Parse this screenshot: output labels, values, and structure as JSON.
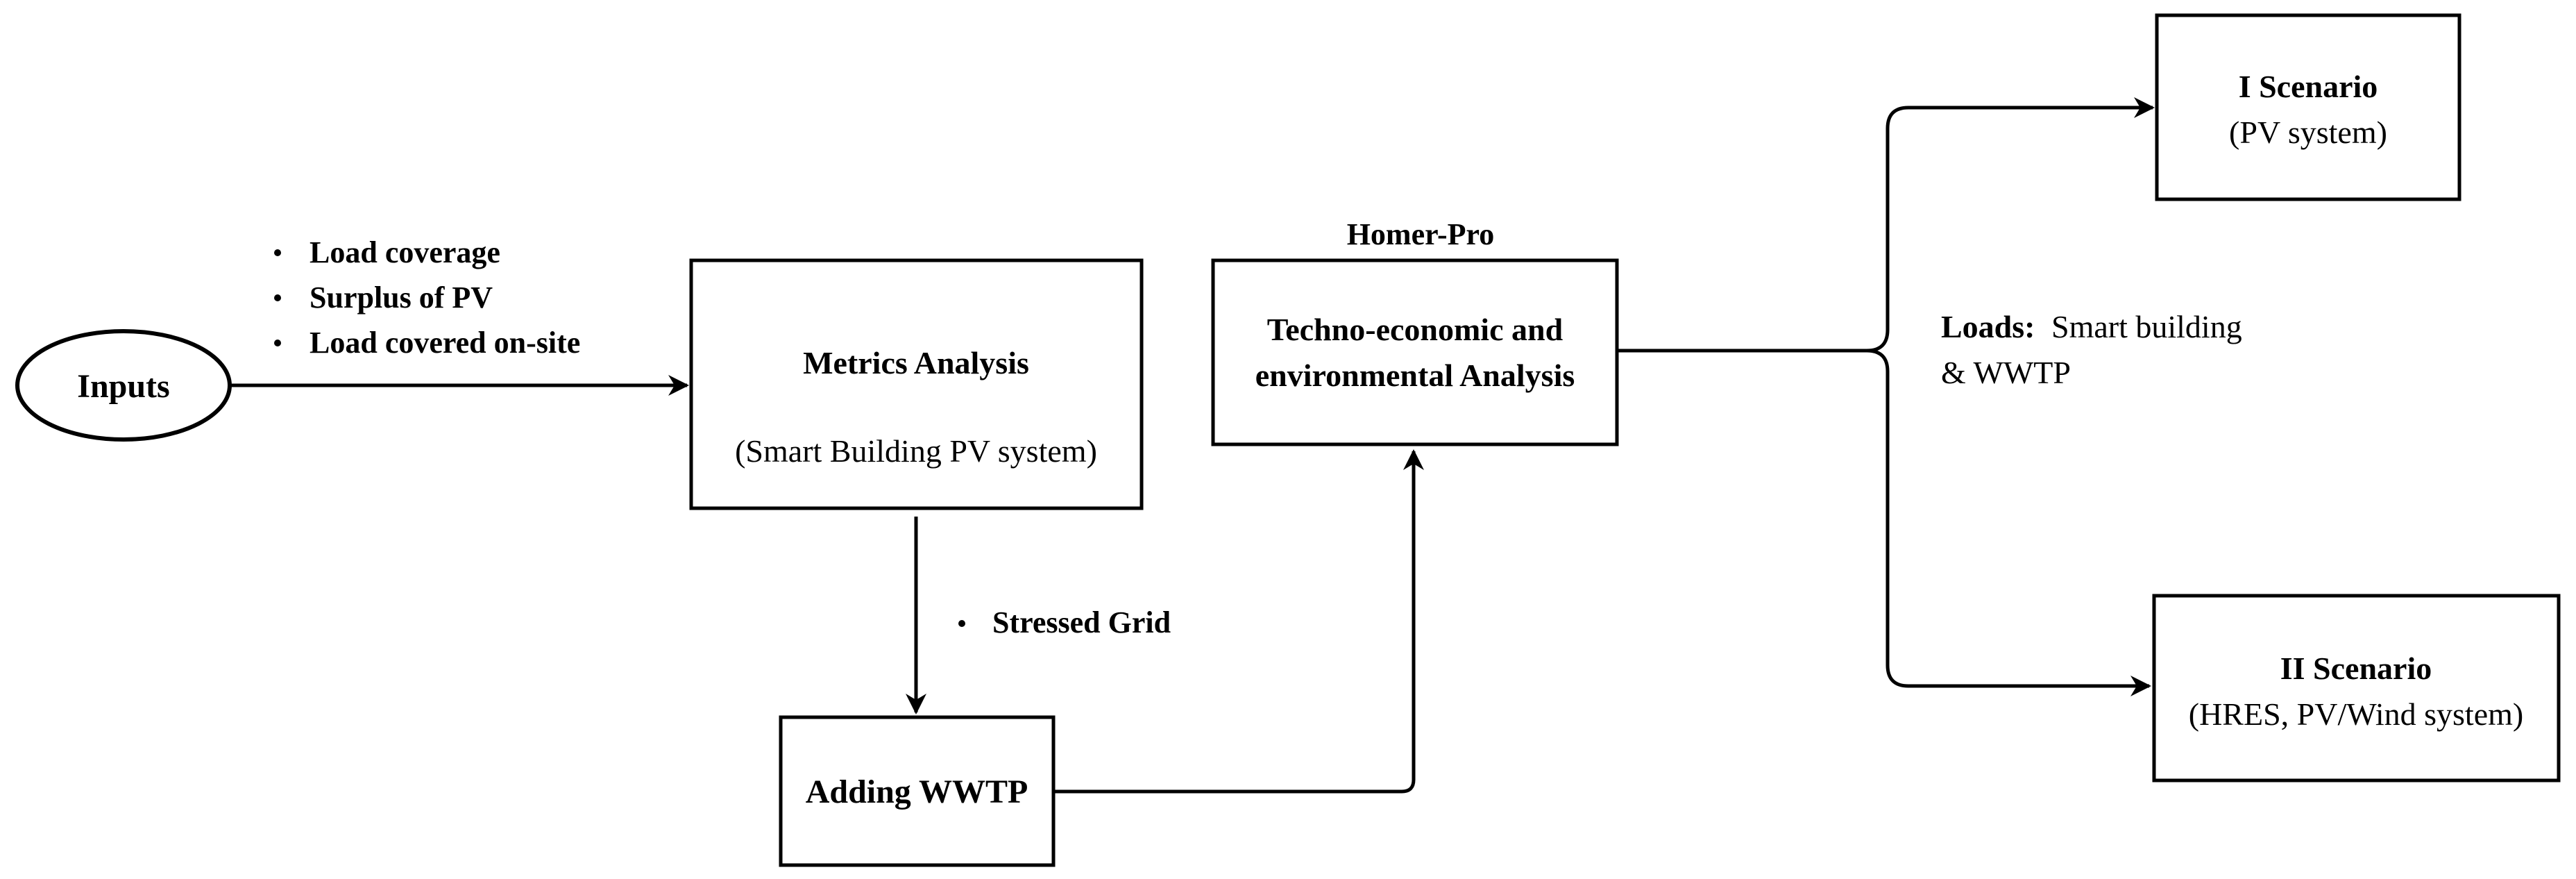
{
  "diagram": {
    "inputs": {
      "label": "Inputs"
    },
    "input_metrics": {
      "items": [
        "Load coverage",
        "Surplus of PV",
        "Load covered on-site"
      ]
    },
    "metrics_box": {
      "title": "Metrics Analysis",
      "subtitle": "(Smart Building PV system)"
    },
    "stressed_grid": {
      "label": "Stressed Grid"
    },
    "wwtp_box": {
      "label": "Adding WWTP"
    },
    "homer_label": {
      "label": "Homer-Pro"
    },
    "techno_box": {
      "line1": "Techno-economic and",
      "line2": "environmental Analysis"
    },
    "loads": {
      "prefix": "Loads:",
      "line1": "Smart building",
      "line2": "& WWTP"
    },
    "scenario1": {
      "title": "I Scenario",
      "subtitle": "(PV system)"
    },
    "scenario2": {
      "title": "II Scenario",
      "subtitle": "(HRES, PV/Wind system)"
    },
    "colors": {
      "stroke": "#000000",
      "text": "#000000",
      "background": "#ffffff"
    }
  }
}
